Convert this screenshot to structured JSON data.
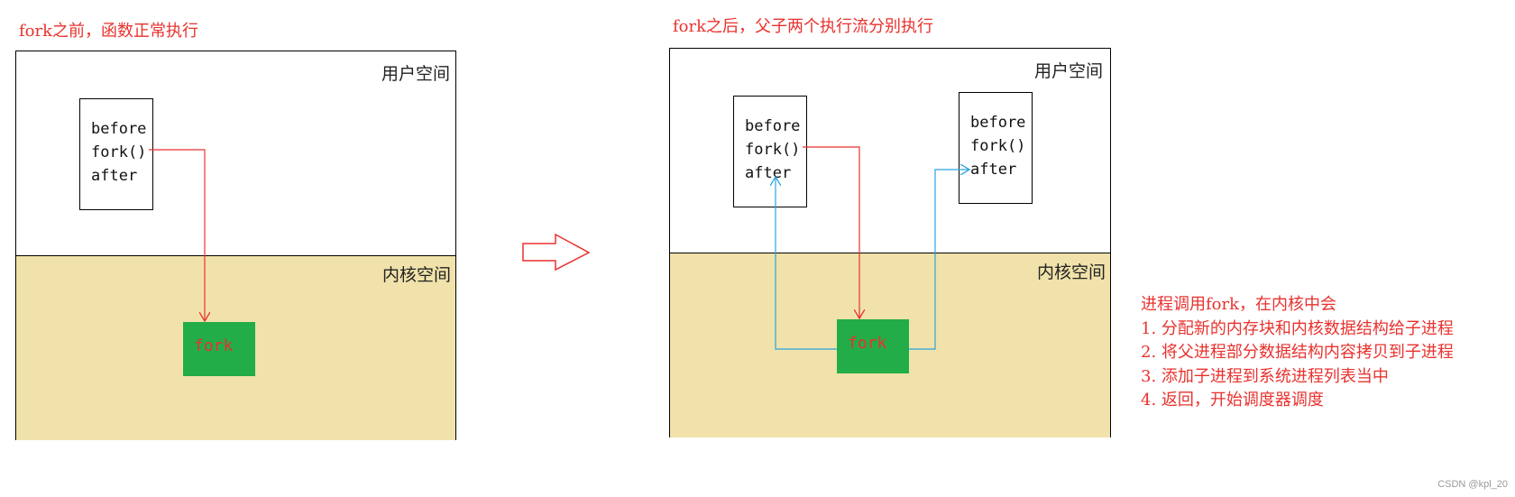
{
  "left": {
    "caption": "fork之前，函数正常执行",
    "user_space_label": "用户空间",
    "kernel_space_label": "内核空间",
    "process_lines": [
      "before",
      "fork()",
      "after"
    ],
    "fork_label": "fork"
  },
  "right": {
    "caption": "fork之后，父子两个执行流分别执行",
    "user_space_label": "用户空间",
    "kernel_space_label": "内核空间",
    "parent_lines": [
      "before",
      "fork()",
      "after"
    ],
    "child_lines": [
      "before",
      "fork()",
      "after"
    ],
    "fork_label": "fork"
  },
  "notes": {
    "title": "进程调用fork，在内核中会",
    "items": [
      "1.  分配新的内存块和内核数据结构给子进程",
      "2.  将父进程部分数据结构内容拷贝到子进程",
      "3.  添加子进程到系统进程列表当中",
      "4.  返回，开始调度器调度"
    ]
  },
  "watermark": "CSDN @kpl_20",
  "colors": {
    "kernel_fill": "#f0e2aa",
    "fork_fill": "#22ad48",
    "red": "#e8322e",
    "blue": "#2aa3df"
  }
}
